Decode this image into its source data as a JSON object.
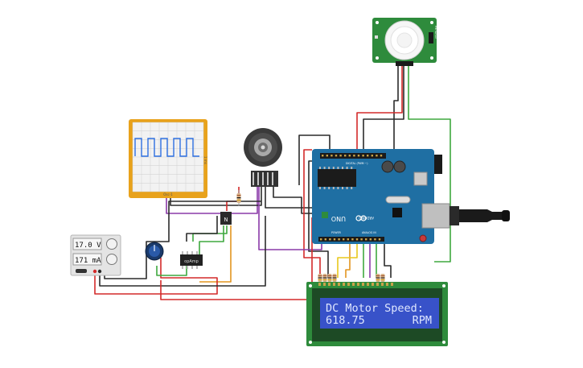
{
  "power_supply": {
    "voltage": "17.0 V",
    "current": "171 mA"
  },
  "oscilloscope": {
    "side_label": "1 ms",
    "bottom_label": "Osc-1"
  },
  "opamp": {
    "label": "opAmp"
  },
  "transistor": {
    "label": "N"
  },
  "arduino": {
    "model": "UNO",
    "brand": "ARDUINO",
    "digital_label": "DIGITAL (PWM ~)",
    "analog_label": "ANALOG IN",
    "power_label": "POWER"
  },
  "lcd": {
    "line1": "DC Motor Speed:",
    "line2_value": "618.75",
    "line2_unit": "RPM"
  },
  "pir": {
    "label": "PIR Sensor"
  },
  "colors": {
    "wire_red": "#d42a2a",
    "wire_black": "#2b2b2b",
    "wire_green": "#3ea83e",
    "wire_purple": "#8a3aa8",
    "wire_orange": "#e3951f",
    "wire_yellow": "#e8c81c",
    "arduino_blue": "#1f6fa3",
    "lcd_bg": "#3852c9",
    "pcb_green": "#2e8b3c",
    "scope_frame": "#e8a21c"
  }
}
